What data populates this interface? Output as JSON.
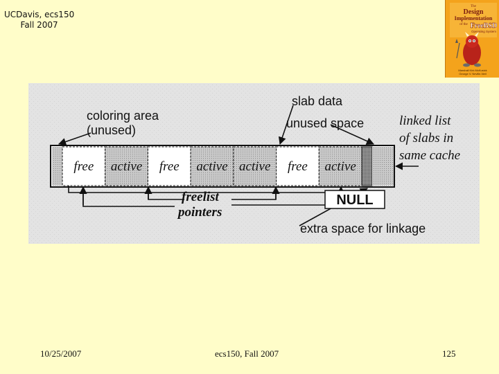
{
  "header": {
    "line1": "UCDavis, ecs150",
    "line2": "Fall 2007"
  },
  "book_cover": {
    "title_line1": "The",
    "title_line2": "Design",
    "title_line3": "Implementation",
    "title_line4": "of the",
    "title_line5": "FreeBSD",
    "title_line6": "Operating System",
    "authors_line1": "Marshall Kirk McKusick",
    "authors_line2": "George V. Neville-Neil"
  },
  "diagram": {
    "cells": [
      "free",
      "active",
      "free",
      "active",
      "active",
      "free",
      "active"
    ],
    "labels": {
      "coloring_area": "coloring area",
      "unused": "(unused)",
      "slab_data": "slab data",
      "unused_space": "unused space",
      "linked_list_1": "linked list",
      "linked_list_2": "of slabs in",
      "linked_list_3": "same cache",
      "freelist_1": "freelist",
      "freelist_2": "pointers",
      "null": "NULL",
      "extra_space": "extra space for linkage"
    },
    "colors": {
      "background": "#e2e2e2",
      "cell_white": "#ffffff",
      "cell_active": "#c8c8c8",
      "ink": "#111111"
    }
  },
  "footer": {
    "date": "10/25/2007",
    "course": "ecs150, Fall 2007",
    "page_number": "125"
  }
}
